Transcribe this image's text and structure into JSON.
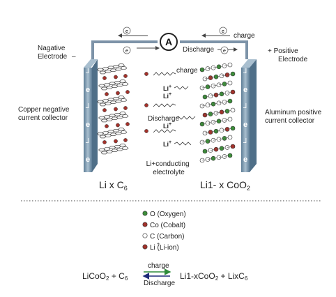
{
  "circuit": {
    "ammeter_label": "A",
    "electron_symbol": "e",
    "charge_label_top": "charge",
    "discharge_label_top": "Discharge"
  },
  "electrodes": {
    "negative_label": [
      "Nagative",
      "Electrode",
      "–"
    ],
    "positive_label": [
      "+ Positive",
      "Electrode"
    ],
    "negative_collector": [
      "Copper negative",
      "current collector"
    ],
    "positive_collector": [
      "Aluminum positive",
      "current collector"
    ],
    "negative_formula": "Li x C",
    "negative_formula_sub": "6",
    "positive_formula": "Li1- x CoO",
    "positive_formula_sub": "2",
    "collector_electron": "e"
  },
  "electrolyte": {
    "charge_label": "charge",
    "discharge_label": "Discharge",
    "ion_label": "Li",
    "ion_charge": "+",
    "electrolyte_label": [
      "Li+conducting",
      "electrolyte"
    ]
  },
  "legend": {
    "items": [
      {
        "text": "O   (Oxygen)",
        "color": "#ffffff"
      },
      {
        "text": "Co (Cobalt)",
        "color": "#ffffff"
      },
      {
        "text": "C   (Carbon)",
        "color": "#ffffff"
      },
      {
        "text": "Li  (Li-ion)",
        "color": "#b22222",
        "sup": "+"
      }
    ]
  },
  "equation": {
    "left": "LiCoO",
    "left_sub": "2",
    "plus1": "+ C",
    "plus1_sub": "6",
    "right": "Li1-xCoO",
    "right_sub": "2",
    "right2": "+ LixC",
    "right2_sub": "6",
    "charge_label": "charge",
    "discharge_label": "Discharge"
  },
  "colors": {
    "wire": "#7d93a8",
    "collector": "#6f8fa7",
    "arrow_green": "#2e8b3a",
    "arrow_navy": "#1e2a78",
    "lithium": "#a3322b",
    "oxygen": "#3d8f3a"
  }
}
